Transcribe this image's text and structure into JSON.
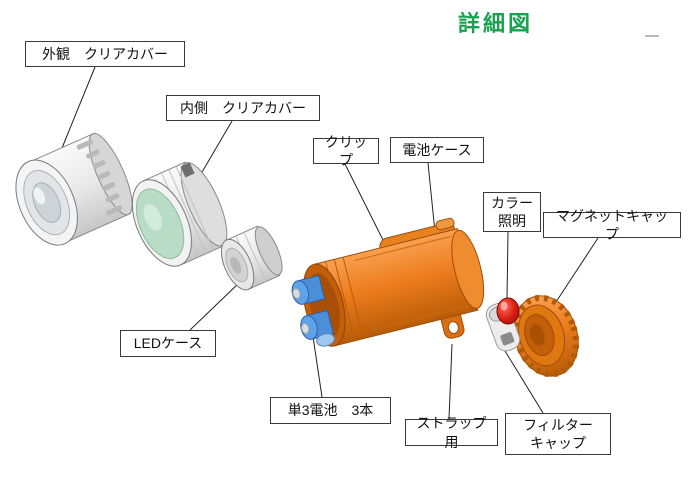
{
  "title": "詳細図",
  "labels": {
    "outer_cover": "外観　クリアカバー",
    "inner_cover": "内側　クリアカバー",
    "clip": "クリップ",
    "battery_case": "電池ケース",
    "color_light": "カラー\n照明",
    "magnet_cap": "マグネットキャップ",
    "led_case": "LEDケース",
    "batteries": "単3電池　3本",
    "strap": "ストラップ用",
    "filter_cap": "フィルター\nキャップ"
  },
  "colors": {
    "title_green": "#17a24e",
    "body_orange": "#ed7d1e",
    "lens_green": "#b9dcc6",
    "battery_blue": "#4a8fd8",
    "filter_red": "#d81e12"
  }
}
